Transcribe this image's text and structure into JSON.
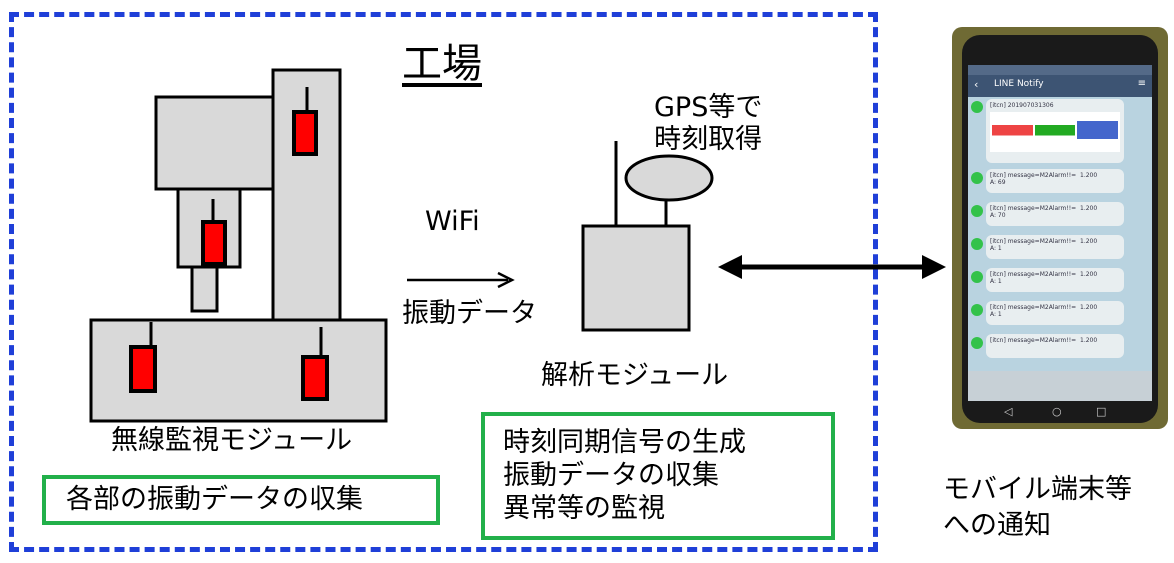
{
  "title": "工場",
  "gps_label": [
    "GPS等で",
    "時刻取得"
  ],
  "wifi_label": "WiFi",
  "vibration_data_label": "振動データ",
  "analysis_module_label": "解析モジュール",
  "wireless_module_label": "無線監視モジュール",
  "wireless_box_text": "各部の振動データの収集",
  "analysis_box_lines": [
    "時刻同期信号の生成",
    "振動データの収集",
    "異常等の監視"
  ],
  "mobile_label": [
    "モバイル端末等",
    "への通知"
  ],
  "phone": {
    "app_name": "LINE Notify",
    "first_message": "[itcn] 201907031306",
    "messages": [
      "[itcn] message=M2Alarm!!=  1.200\nA: 69",
      "[itcn] message=M2Alarm!!=  1.200\nA: 70",
      "[itcn] message=M2Alarm!!=  1.200\nA: 1",
      "[itcn] message=M2Alarm!!=  1.200\nA: 1",
      "[itcn] message=M2Alarm!!=  1.200\nA: 1",
      "[itcn] message=M2Alarm!!=  1.200"
    ]
  },
  "colors": {
    "frame": "#1f3fd8",
    "green_box": "#22b04a",
    "machine_fill": "#d9d9d9",
    "sensor_fill": "#ff0000"
  }
}
